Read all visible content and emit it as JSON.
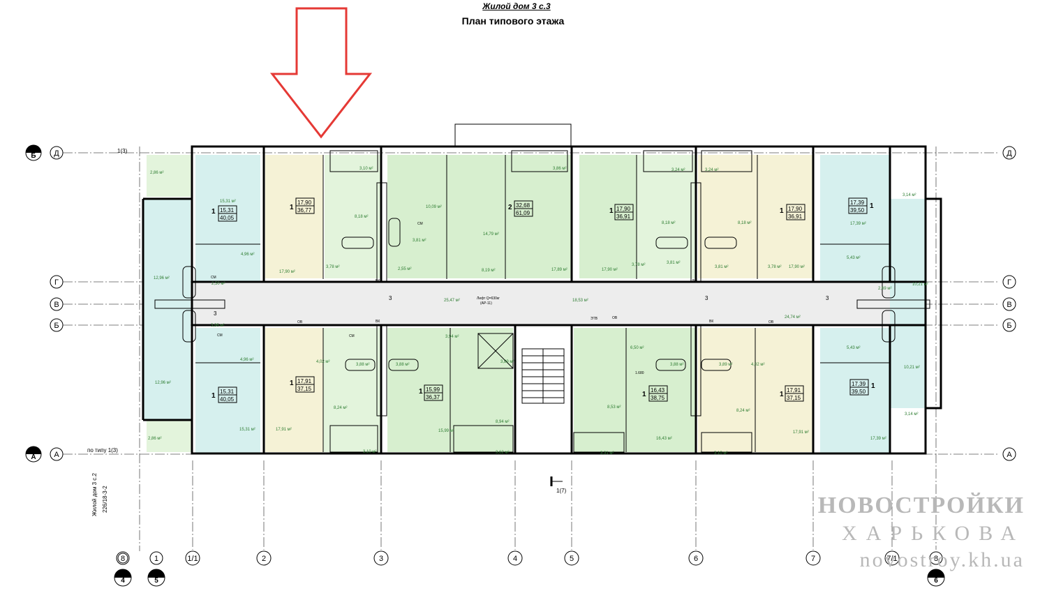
{
  "header": {
    "subtitle": "Жилой дом 3 с.3",
    "title": "План типового этажа"
  },
  "watermark": {
    "line1": "НОВОСТРОЙКИ",
    "line2": "ХАРЬКОВА",
    "line3": "novostroy.kh.ua"
  },
  "axes": {
    "rows_left": [
      "Д",
      "Г",
      "В",
      "Б",
      "А"
    ],
    "rows_right": [
      "Д",
      "Г",
      "В",
      "Б",
      "А"
    ],
    "section_marks": [
      "Б",
      "А"
    ],
    "columns": [
      "1/1",
      "2",
      "3",
      "4",
      "5",
      "6",
      "7",
      "7/1"
    ],
    "left_circles": [
      "8",
      "1",
      "4",
      "5"
    ],
    "right_circles": [
      "8",
      "6"
    ]
  },
  "notes": {
    "ref_top": "1(3)",
    "ref_bottom": "по типу 1(3)",
    "adjacent_building": "Жилой дом 3 с.2",
    "project_code": "226/18-3-2",
    "cut_label": "1(7)",
    "lift": "Лифт Q=630кг",
    "lift_ref": "(АР-11)",
    "dim_1680": "1.680"
  },
  "corridor": {
    "floor_labels": [
      "3",
      "3",
      "3",
      "3"
    ],
    "areas": [
      "25,47 м²",
      "18,53 м²",
      "24,74 м²"
    ]
  },
  "apartments": [
    {
      "id": "a1",
      "rooms": "1",
      "living": "15,31",
      "total": "40,05"
    },
    {
      "id": "a2",
      "rooms": "1",
      "living": "17,90",
      "total": "36,77"
    },
    {
      "id": "a3",
      "rooms": "2",
      "living": "32,68",
      "total": "61,09"
    },
    {
      "id": "a4",
      "rooms": "1",
      "living": "17,90",
      "total": "36,91"
    },
    {
      "id": "a5",
      "rooms": "1",
      "living": "17,90",
      "total": "36,91"
    },
    {
      "id": "a6",
      "rooms": "1",
      "living": "17,39",
      "total": "39,50"
    },
    {
      "id": "a7",
      "rooms": "1",
      "living": "15,31",
      "total": "40,05"
    },
    {
      "id": "a8",
      "rooms": "1",
      "living": "17,91",
      "total": "37,15"
    },
    {
      "id": "a9",
      "rooms": "1",
      "living": "15,99",
      "total": "36,37"
    },
    {
      "id": "a10",
      "rooms": "1",
      "living": "16,43",
      "total": "38,75"
    },
    {
      "id": "a11",
      "rooms": "1",
      "living": "17,91",
      "total": "37,15"
    },
    {
      "id": "a12",
      "rooms": "1",
      "living": "17,39",
      "total": "39,50"
    }
  ],
  "room_areas": {
    "top": [
      "2,86 м²",
      "15,31 м²",
      "4,96 м²",
      "12,96 м²",
      "2,50 м²",
      "3,10 м²",
      "8,18 м²",
      "3,78 м²",
      "17,90 м²",
      "10,09 м²",
      "3,81 м²",
      "2,55 м²",
      "14,79 м²",
      "8,19 м²",
      "3,86 м²",
      "17,89 м²",
      "3,24 м²",
      "3,24 м²",
      "8,18 м²",
      "8,18 м²",
      "3,78 м²",
      "3,81 м²",
      "17,90 м²",
      "17,90 м²",
      "3,78 м²",
      "3,81 м²",
      "3,14 м²",
      "17,39 м²",
      "5,43 м²",
      "2,69 м²",
      "10,21 м²"
    ],
    "bottom": [
      "3,96 м²",
      "4,96 м²",
      "12,96 м²",
      "2,86 м²",
      "15,31 м²",
      "4,02 м²",
      "3,88 м²",
      "8,24 м²",
      "17,91 м²",
      "3,10 м²",
      "3,88 м²",
      "3,94 м²",
      "15,99 м²",
      "8,94 м²",
      "3,62 м²",
      "3,89 м²",
      "6,50 м²",
      "8,53 м²",
      "3,31 м²",
      "16,43 м²",
      "3,88 м²",
      "3,89 м²",
      "4,02 м²",
      "8,24 м²",
      "17,91 м²",
      "3,10 м²",
      "5,43 м²",
      "10,21 м²",
      "3,14 м²",
      "17,39 м²"
    ]
  },
  "fixture_labels": {
    "ventilation": "ВК",
    "washer": "СМ",
    "window": "ОВ",
    "panel": "ЭТВ"
  }
}
